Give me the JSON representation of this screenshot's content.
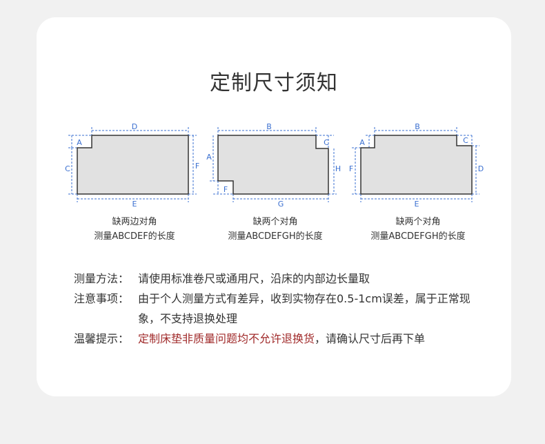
{
  "title": "定制尺寸须知",
  "diagrams": [
    {
      "labels": {
        "A": "A",
        "C": "C",
        "D": "D",
        "E": "E",
        "F": "F"
      },
      "caption_line1": "缺两边对角",
      "caption_line2": "测量ABCDEF的长度"
    },
    {
      "labels": {
        "A": "A",
        "B": "B",
        "C": "C",
        "F": "F",
        "G": "G",
        "H": "H"
      },
      "caption_line1": "缺两个对角",
      "caption_line2": "测量ABCDEFGH的长度"
    },
    {
      "labels": {
        "A": "A",
        "B": "B",
        "C": "C",
        "D": "D",
        "E": "E",
        "F": "F"
      },
      "caption_line1": "缺两个对角",
      "caption_line2": "测量ABCDEFGH的长度"
    }
  ],
  "notes": {
    "method_label": "测量方法：",
    "method_text": "请使用标准卷尺或通用尺，沿床的内部边长量取",
    "attention_label": "注意事项：",
    "attention_text": "由于个人测量方式有差异，收到实物存在0.5-1cm误差，属于正常现象，不支持退换处理",
    "tip_label": "温馨提示：",
    "tip_warning": "定制床垫非质量问题均不允许退换货",
    "tip_text": "，请确认尺寸后再下单"
  },
  "colors": {
    "shape_fill": "#e1e1e1",
    "shape_stroke": "#333333",
    "dimension_line": "#3a6fd0",
    "warning_text": "#a02a2a"
  }
}
